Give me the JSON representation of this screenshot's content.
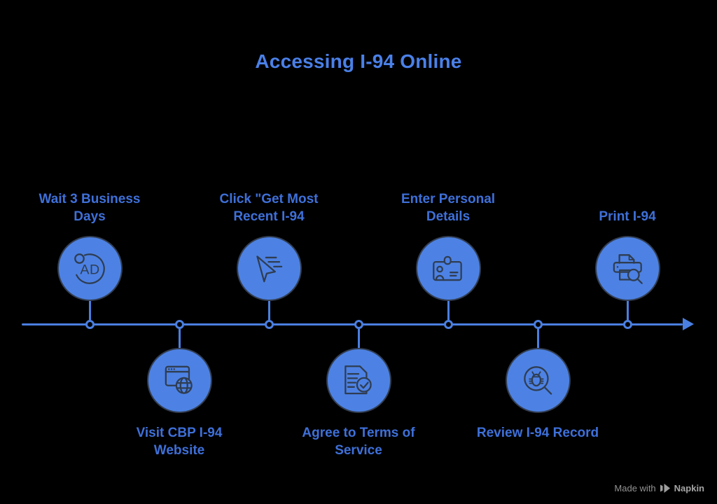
{
  "title": "Accessing I-94 Online",
  "steps": [
    {
      "label": "Wait 3 Business\nDays",
      "side": "top",
      "icon": "appointment-wait-icon"
    },
    {
      "label": "Visit CBP I-94\nWebsite",
      "side": "bottom",
      "icon": "browser-globe-icon"
    },
    {
      "label": "Click \"Get Most\nRecent I-94",
      "side": "top",
      "icon": "cursor-click-icon"
    },
    {
      "label": "Agree to Terms of\nService",
      "side": "bottom",
      "icon": "document-check-icon"
    },
    {
      "label": "Enter Personal\nDetails",
      "side": "top",
      "icon": "id-card-icon"
    },
    {
      "label": "Review I-94 Record",
      "side": "bottom",
      "icon": "bug-magnifier-icon"
    },
    {
      "label": "Print I-94",
      "side": "top",
      "icon": "printer-search-icon"
    }
  ],
  "badge_text": "AD",
  "watermark": {
    "made_with": "Made with",
    "brand": "Napkin"
  },
  "colors": {
    "background": "#000000",
    "bubble_fill": "#4d82e4",
    "icon_stroke": "#2f3d52",
    "timeline": "#4a7fe0",
    "title_text": "#4a80e8",
    "label_text": "#3e70d9",
    "watermark_text": "#939393"
  }
}
